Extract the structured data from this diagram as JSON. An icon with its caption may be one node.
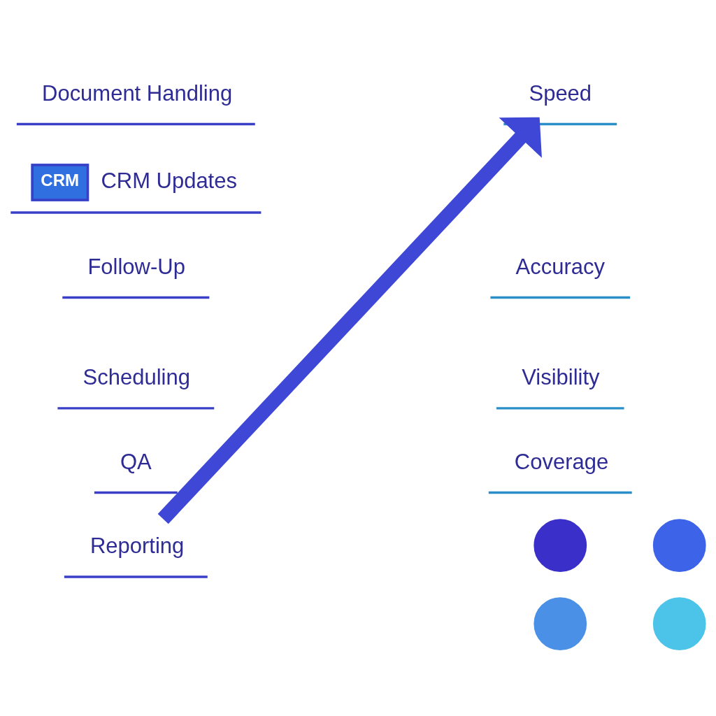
{
  "diagram": {
    "nodes": [
      {
        "text": [
          "Document Handling"
        ]
      },
      {
        "text": [
          "CRM",
          "CRM Updates"
        ]
      },
      {
        "text": [
          "Follow-Up"
        ]
      },
      {
        "text": [
          "Scheduling"
        ]
      },
      {
        "text": [
          "QA"
        ]
      },
      {
        "text": [
          "Reporting"
        ]
      },
      {
        "text": [
          "Speed"
        ]
      },
      {
        "text": [
          "Accuracy"
        ]
      },
      {
        "text": [
          "Visibility"
        ]
      },
      {
        "text": [
          "Coverage"
        ]
      },
      {
        "text": [],
        "shape": "circle"
      },
      {
        "text": [],
        "shape": "circle"
      },
      {
        "text": [],
        "shape": "circle"
      },
      {
        "text": [],
        "shape": "circle"
      }
    ],
    "edges": [
      {
        "from": 5,
        "to": 6,
        "arrow": "to",
        "color": "#3f47d6"
      }
    ]
  }
}
